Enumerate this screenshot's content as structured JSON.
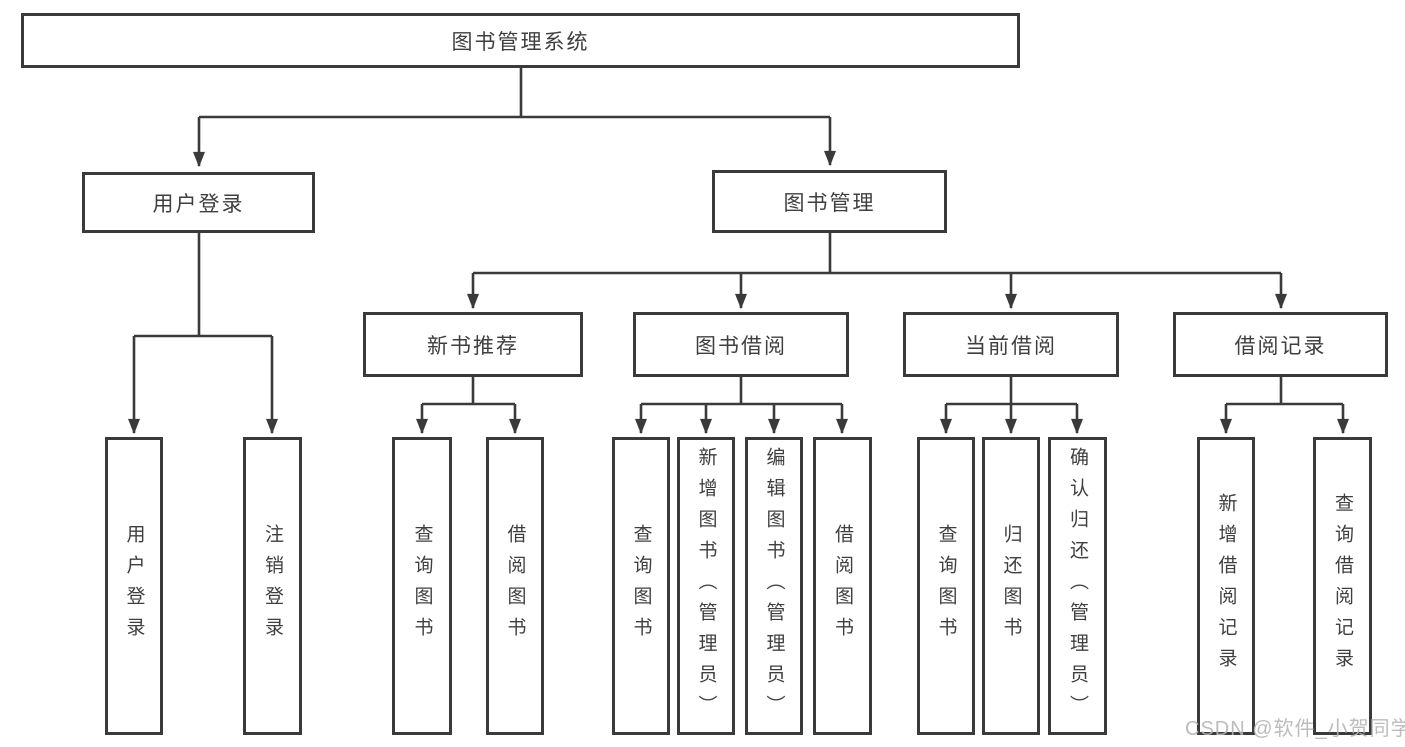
{
  "diagram": {
    "title": "图书管理系统",
    "root": {
      "label": "图书管理系统"
    },
    "level2": [
      {
        "id": "user-login",
        "label": "用户登录"
      },
      {
        "id": "book-management",
        "label": "图书管理"
      }
    ],
    "level3": [
      {
        "id": "new-book-recommend",
        "label": "新书推荐",
        "parent": "图书管理"
      },
      {
        "id": "book-borrow",
        "label": "图书借阅",
        "parent": "图书管理"
      },
      {
        "id": "current-borrow",
        "label": "当前借阅",
        "parent": "图书管理"
      },
      {
        "id": "borrow-records",
        "label": "借阅记录",
        "parent": "图书管理"
      }
    ],
    "leaves": [
      {
        "label": "用户登录",
        "parent": "用户登录"
      },
      {
        "label": "注销登录",
        "parent": "用户登录"
      },
      {
        "label": "查询图书",
        "parent": "新书推荐"
      },
      {
        "label": "借阅图书",
        "parent": "新书推荐"
      },
      {
        "label": "查询图书",
        "parent": "图书借阅"
      },
      {
        "label": "新增图书（管理员）",
        "parent": "图书借阅"
      },
      {
        "label": "编辑图书（管理员）",
        "parent": "图书借阅"
      },
      {
        "label": "借阅图书",
        "parent": "图书借阅"
      },
      {
        "label": "查询图书",
        "parent": "当前借阅"
      },
      {
        "label": "归还图书",
        "parent": "当前借阅"
      },
      {
        "label": "确认归还（管理员）",
        "parent": "当前借阅"
      },
      {
        "label": "新增借阅记录",
        "parent": "借阅记录"
      },
      {
        "label": "查询借阅记录",
        "parent": "借阅记录"
      }
    ]
  },
  "watermark": "CSDN @软件_小贺同学",
  "colors": {
    "line": "#3a3a3a",
    "text": "#3f3f3f",
    "watermark": "#b5b5b5",
    "background": "#ffffff"
  }
}
